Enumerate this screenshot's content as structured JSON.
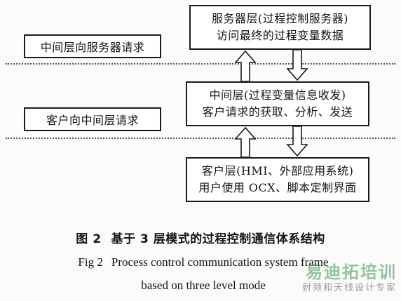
{
  "diagram": {
    "boxes": {
      "server": {
        "line1": "服务器层(过程控制服务器)",
        "line2": "访问最终的过程变量数据"
      },
      "middle": {
        "line1": "中间层(过程变量信息收发)",
        "line2": "客户请求的获取、分析、发送"
      },
      "client": {
        "line1": "客户层(HMI、外部应用系统)",
        "line2": "用户使用 OCX、脚本定制界面"
      }
    },
    "labels": {
      "middle_to_server": "中间层向服务器请求",
      "client_to_middle": "客户向中间层请求"
    }
  },
  "caption": {
    "cn_fig": "图 2",
    "cn_title": "基于 3 层模式的过程控制通信体系结构",
    "en_fig": "Fig 2",
    "en_line1": "Process control communication system frame",
    "en_line2": "based on three level mode"
  },
  "watermark": {
    "title": "易迪拓培训",
    "subtitle": "射频和天线设计专家"
  }
}
